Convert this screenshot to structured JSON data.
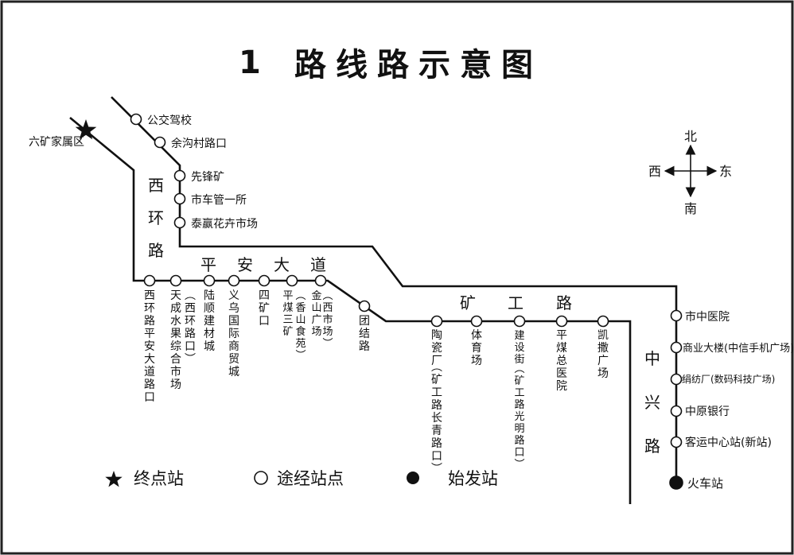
{
  "title_num": "1",
  "title_text": "路线路示意图",
  "compass": {
    "north": "北",
    "south": "南",
    "east": "东",
    "west": "西"
  },
  "roads": {
    "xihuan": "西环路",
    "pingan": "平安大道",
    "kuanggong": "矿工路",
    "zhongxing": "中兴路"
  },
  "branch_stops": [
    "公交驾校",
    "余沟村路口",
    "先锋矿",
    "市车管一所",
    "泰赢花卉市场"
  ],
  "terminal_stop": "六矿家属区",
  "main_stops": [
    "西环路平安大道路口",
    "天成水果综合市场",
    "（西环路口）",
    "陆顺建材城",
    "义乌国际商贸城",
    "四矿口",
    "平煤三矿",
    "（香山食苑）",
    "金山广场",
    "（西市场）",
    "团结路",
    "陶瓷厂",
    "（矿工路长青路口）",
    "体育场",
    "建设街",
    "（矿工路光明路口）",
    "平煤总医院",
    "凯撒广场"
  ],
  "zhongxing_stops": [
    "市中医院",
    "商业大楼(中信手机广场)",
    "绢纺厂(数码科技广场)",
    "中原银行",
    "客运中心站(新站)",
    "火车站"
  ],
  "legend": {
    "terminal": "终点站",
    "via": "途经站点",
    "start": "始发站"
  },
  "legend_symbols": {
    "terminal": "★",
    "via": "○",
    "start": "●"
  }
}
